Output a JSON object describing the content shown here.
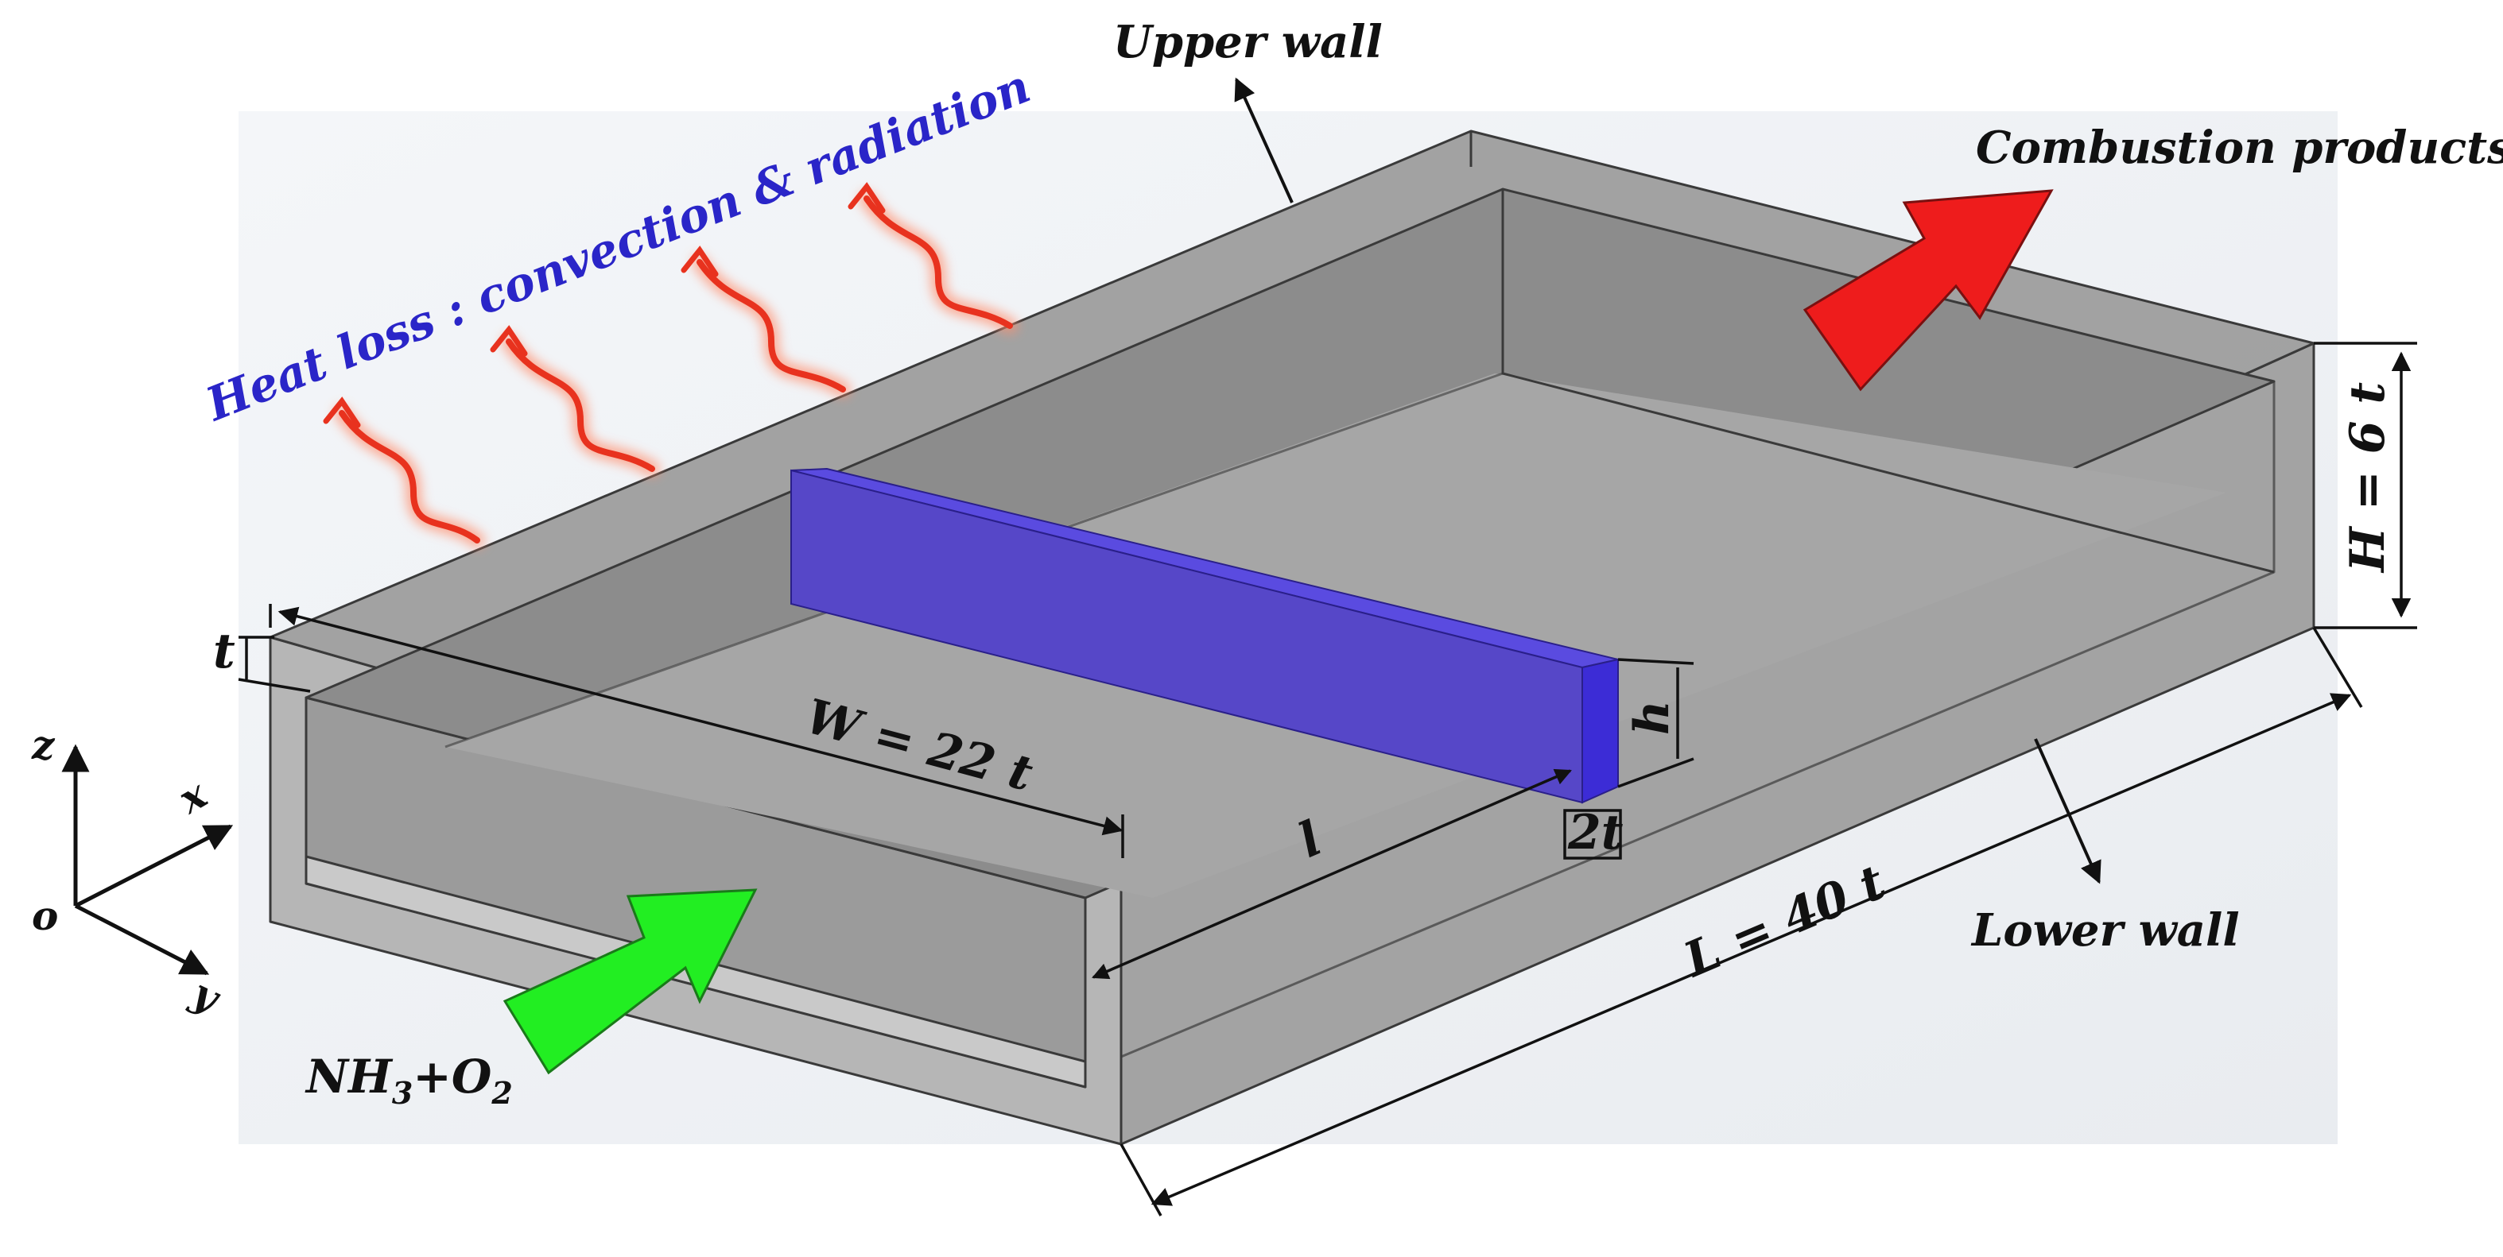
{
  "diagram": {
    "labels": {
      "upper_wall": "Upper wall",
      "lower_wall": "Lower wall",
      "heat_loss": "Heat loss : convection & radiation",
      "combustion_products": "Combustion products",
      "inlet_nh3": "NH",
      "inlet_nh3_sub": "3",
      "inlet_plus": "+",
      "inlet_o2": "O",
      "inlet_o2_sub": "2"
    },
    "dimensions": {
      "width": "W = 22 t",
      "length": "L = 40 t",
      "height": "H = 6 t",
      "thickness": "t",
      "bluff_height": "h",
      "bluff_position": "l",
      "bluff_width": "2t"
    },
    "axes": {
      "z": "z",
      "x": "x",
      "y": "y",
      "origin": "o"
    },
    "colors": {
      "box_outer": "#b9b9b9",
      "box_inner": "#8a8a8a",
      "box_floor": "#a8a8a8",
      "bluff_body": "#4f3fc8",
      "inlet_arrow": "#22ee22",
      "outlet_arrow": "#ee1c1c",
      "heat_wave": "#e8321e",
      "heat_text": "#2a25c8"
    }
  }
}
